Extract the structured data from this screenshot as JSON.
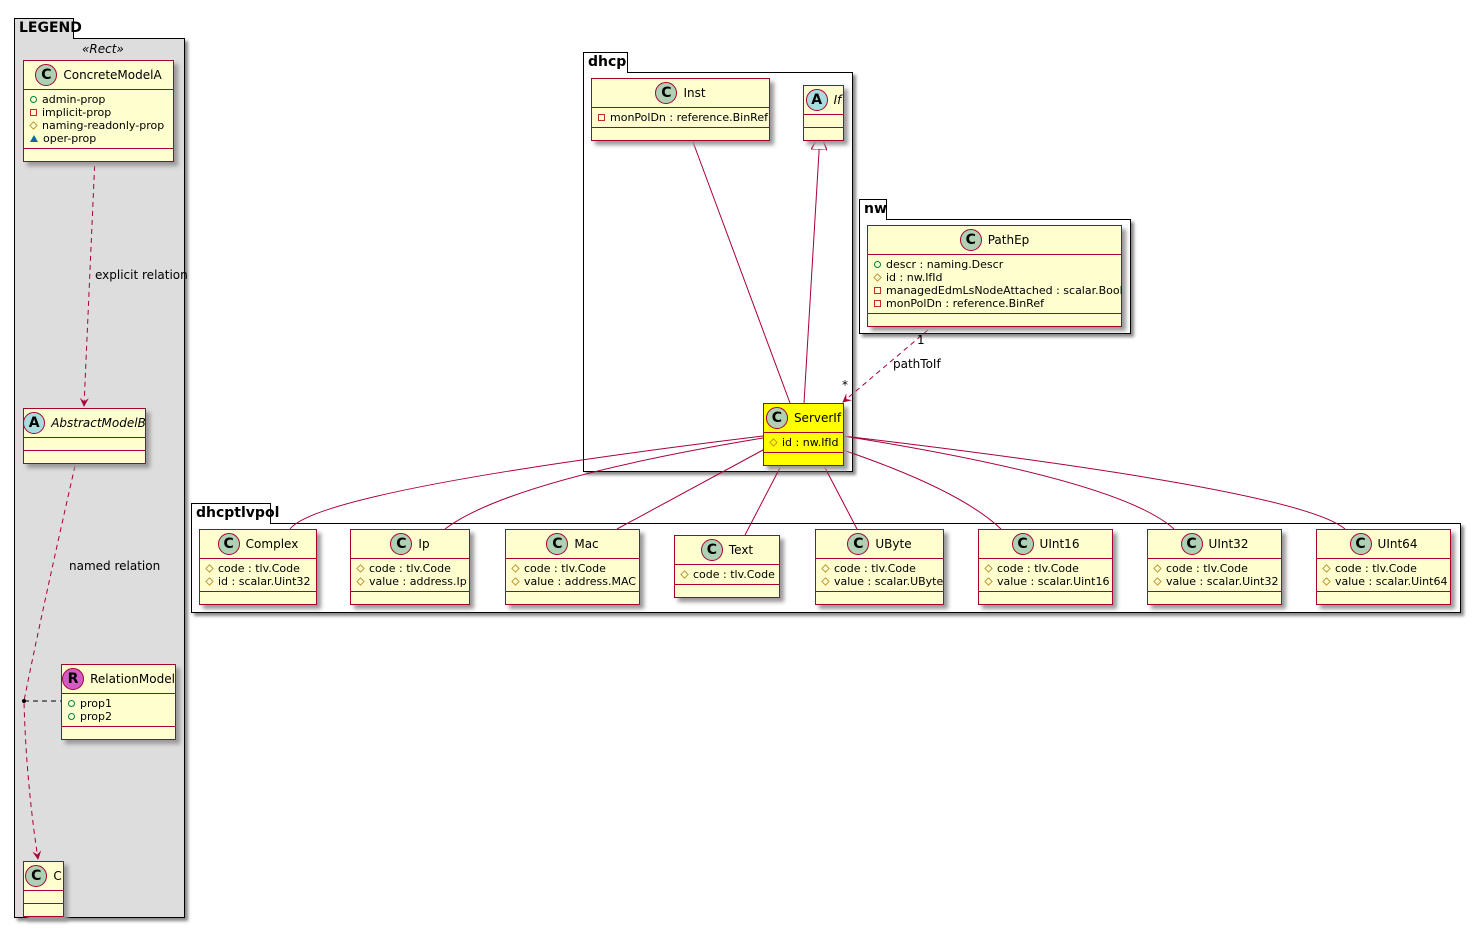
{
  "packages": {
    "legend": "LEGEND",
    "dhcp": "dhcp",
    "nw": "nw",
    "dhcptlvpol": "dhcptlvpol"
  },
  "legend_stereotype": "«Rect»",
  "classes": {
    "ConcreteModelA": {
      "kind": "C",
      "name": "ConcreteModelA",
      "attrs": [
        [
          "pub",
          "admin-prop"
        ],
        [
          "priv",
          "implicit-prop"
        ],
        [
          "prot",
          "naming-readonly-prop"
        ],
        [
          "pkg",
          "oper-prop"
        ]
      ]
    },
    "AbstractModelB": {
      "kind": "A",
      "name": "AbstractModelB",
      "attrs": []
    },
    "RelationModel": {
      "kind": "R",
      "name": "RelationModel",
      "attrs": [
        [
          "pub",
          "prop1"
        ],
        [
          "pub",
          "prop2"
        ]
      ]
    },
    "C": {
      "kind": "C",
      "name": "C",
      "attrs": []
    },
    "Inst": {
      "kind": "C",
      "name": "Inst",
      "attrs": [
        [
          "priv",
          "monPolDn : reference.BinRef"
        ]
      ]
    },
    "If": {
      "kind": "A",
      "name": "If",
      "attrs": []
    },
    "ServerIf": {
      "kind": "C",
      "name": "ServerIf",
      "attrs": [
        [
          "prot",
          "id : nw.IfId"
        ]
      ]
    },
    "PathEp": {
      "kind": "C",
      "name": "PathEp",
      "attrs": [
        [
          "pub",
          "descr : naming.Descr"
        ],
        [
          "prot",
          "id : nw.IfId"
        ],
        [
          "priv",
          "managedEdmLsNodeAttached : scalar.Bool"
        ],
        [
          "priv",
          "monPolDn : reference.BinRef"
        ]
      ]
    },
    "Complex": {
      "kind": "C",
      "name": "Complex",
      "attrs": [
        [
          "prot",
          "code : tlv.Code"
        ],
        [
          "prot",
          "id : scalar.Uint32"
        ]
      ]
    },
    "Ip": {
      "kind": "C",
      "name": "Ip",
      "attrs": [
        [
          "prot",
          "code : tlv.Code"
        ],
        [
          "prot",
          "value : address.Ip"
        ]
      ]
    },
    "Mac": {
      "kind": "C",
      "name": "Mac",
      "attrs": [
        [
          "prot",
          "code : tlv.Code"
        ],
        [
          "prot",
          "value : address.MAC"
        ]
      ]
    },
    "Text": {
      "kind": "C",
      "name": "Text",
      "attrs": [
        [
          "prot",
          "code : tlv.Code"
        ]
      ]
    },
    "UByte": {
      "kind": "C",
      "name": "UByte",
      "attrs": [
        [
          "prot",
          "code : tlv.Code"
        ],
        [
          "prot",
          "value : scalar.UByte"
        ]
      ]
    },
    "UInt16": {
      "kind": "C",
      "name": "UInt16",
      "attrs": [
        [
          "prot",
          "code : tlv.Code"
        ],
        [
          "prot",
          "value : scalar.Uint16"
        ]
      ]
    },
    "UInt32": {
      "kind": "C",
      "name": "UInt32",
      "attrs": [
        [
          "prot",
          "code : tlv.Code"
        ],
        [
          "prot",
          "value : scalar.Uint32"
        ]
      ]
    },
    "UInt64": {
      "kind": "C",
      "name": "UInt64",
      "attrs": [
        [
          "prot",
          "code : tlv.Code"
        ],
        [
          "prot",
          "value : scalar.Uint64"
        ]
      ]
    }
  },
  "relations": {
    "explicit": "explicit relation",
    "named": "named relation",
    "pathToIf": "pathToIf",
    "mult_one": "1",
    "mult_many": "*"
  },
  "colors": {
    "border": "#a80036",
    "class_bg": "#fefece",
    "highlight": "#ffff00",
    "legend_bg": "#dddddd"
  }
}
